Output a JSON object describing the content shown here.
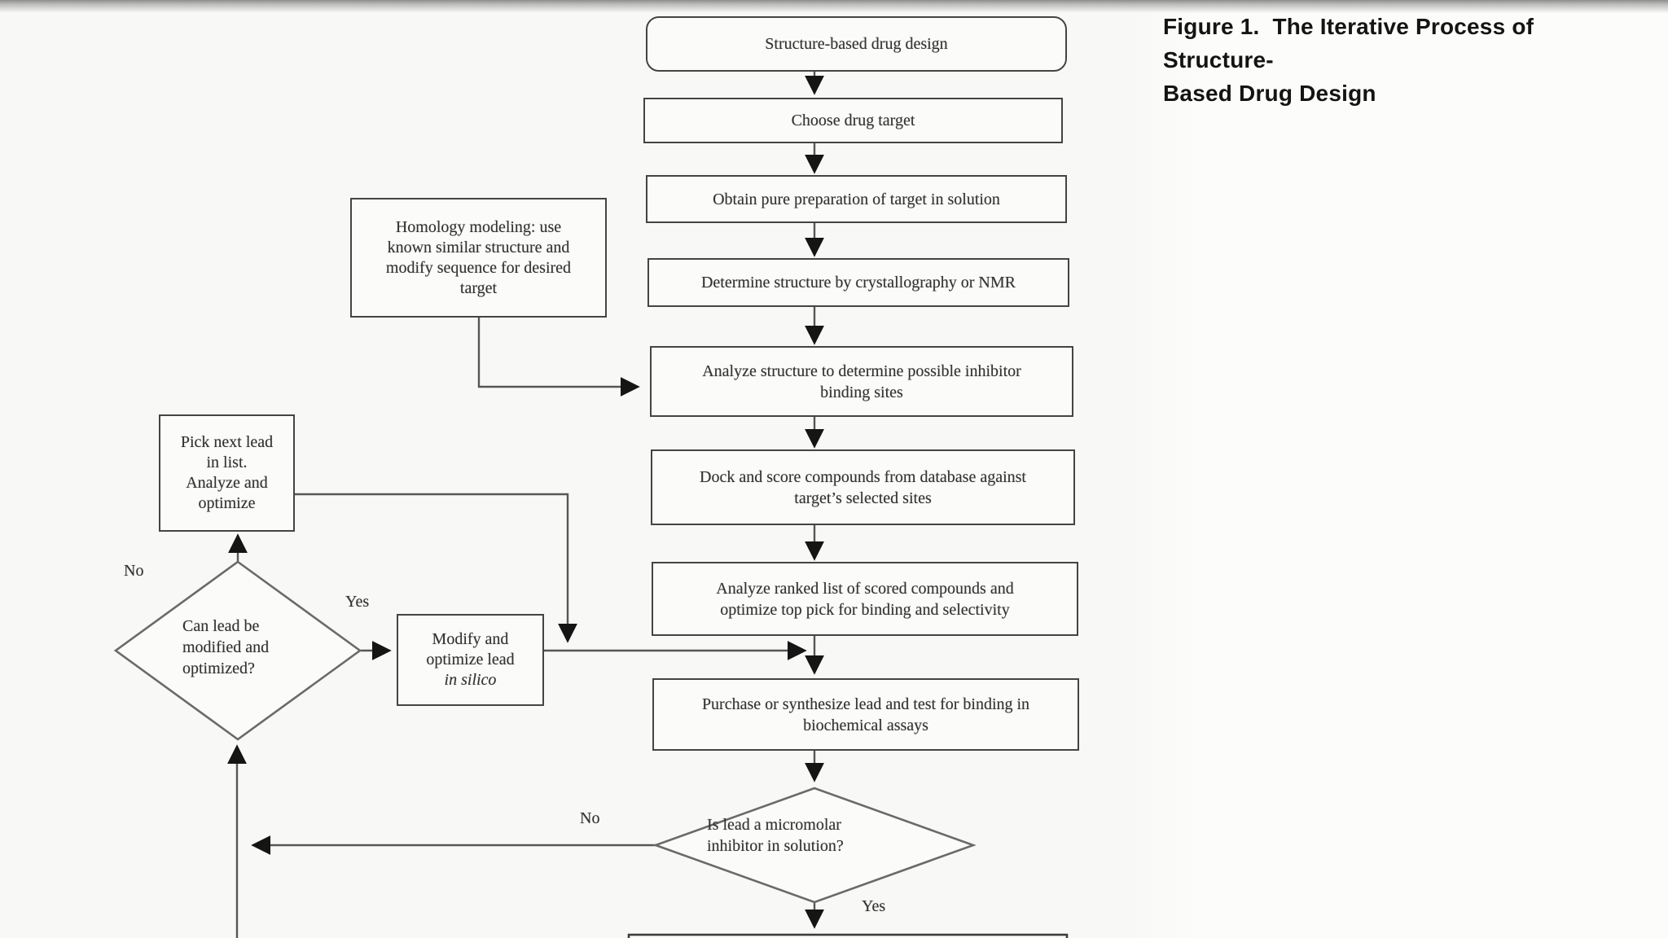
{
  "page": {
    "background": "#f8f8f6",
    "ink": "#333333",
    "border": "#444444"
  },
  "caption": {
    "text": "Figure 1.  The Iterative Process of Structure-\nBased Drug Design"
  },
  "flow": {
    "start": "Structure-based drug design",
    "choose_target": "Choose drug target",
    "obtain_prep": "Obtain pure preparation of target in solution",
    "determine_structure": "Determine structure by crystallography or NMR",
    "homology": "Homology modeling: use\nknown similar structure and\nmodify sequence for desired\ntarget",
    "analyze_structure": "Analyze structure to determine possible inhibitor\nbinding sites",
    "dock_score": "Dock and score compounds from database against\ntarget’s selected sites",
    "analyze_ranked": "Analyze ranked list of scored compounds and\noptimize top pick for binding and selectivity",
    "purchase_test": "Purchase or synthesize lead and test for binding in\nbiochemical assays",
    "decision_micromolar": "Is lead a micromolar\ninhibitor in solution?",
    "decision_can_modify": "Can lead be\nmodified and\noptimized?",
    "pick_next_lead": "Pick next lead\nin list.\nAnalyze and\noptimize",
    "modify_lead": "Modify and\noptimize lead",
    "modify_lead_italic": "in silico",
    "labels": {
      "can_modify_no": "No",
      "can_modify_yes": "Yes",
      "micromolar_no": "No",
      "micromolar_yes": "Yes"
    }
  }
}
